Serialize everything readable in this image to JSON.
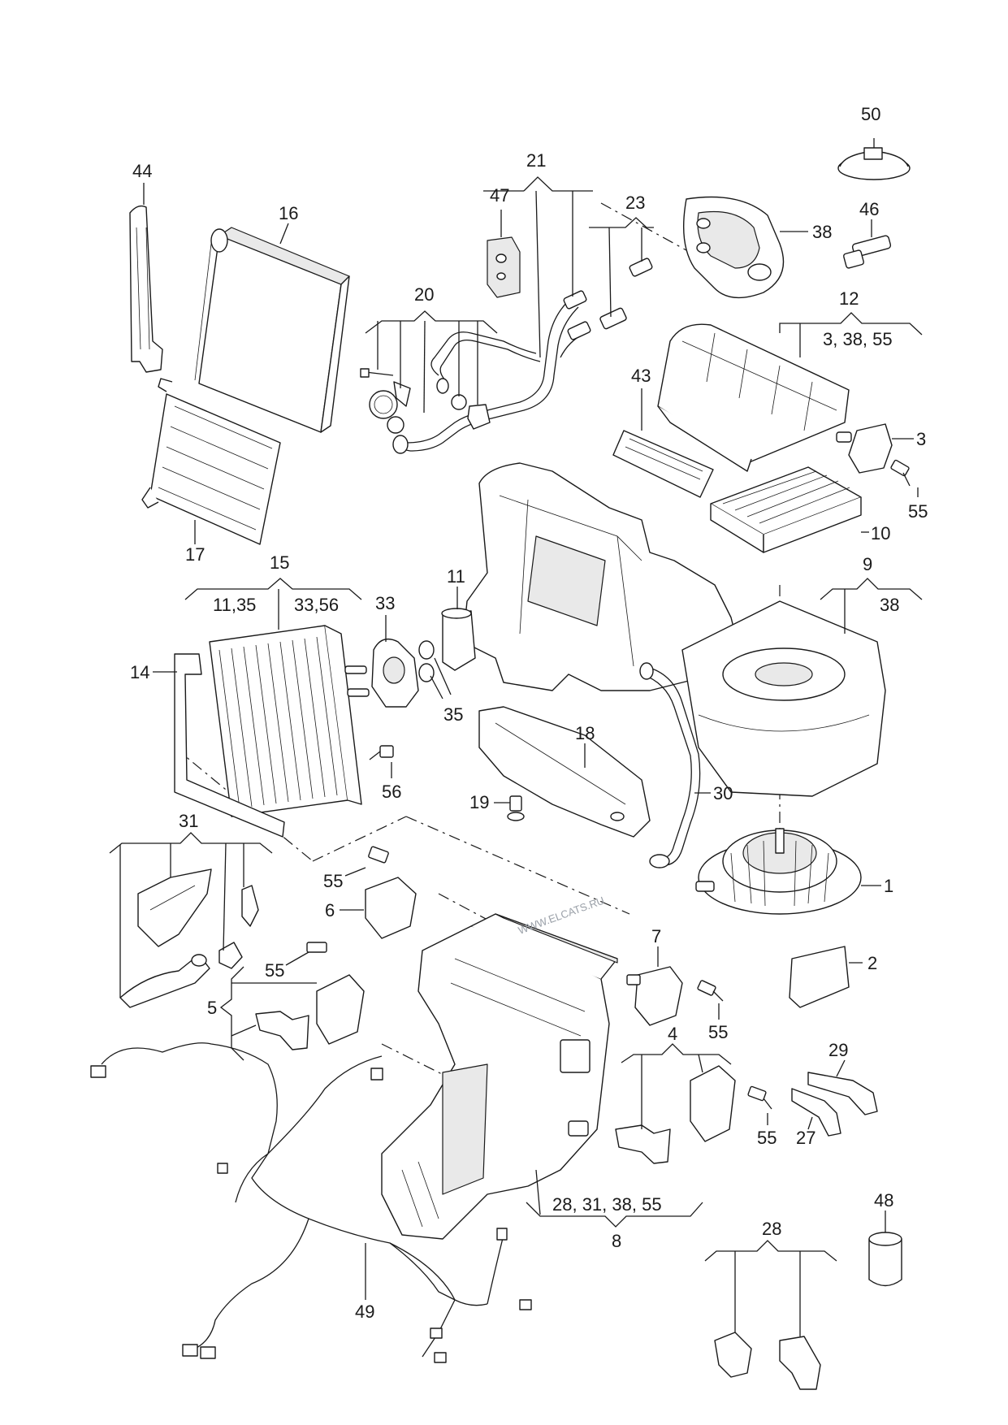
{
  "diagram": {
    "callouts": {
      "c50": "50",
      "c46": "46",
      "c38_top": "38",
      "c21": "21",
      "c23": "23",
      "c47": "47",
      "c44": "44",
      "c16": "16",
      "c20": "20",
      "c12": "12",
      "c12_sub": "3, 38, 55",
      "c43": "43",
      "c3": "3",
      "c55_a": "55",
      "c10": "10",
      "c17": "17",
      "c15": "15",
      "c15_left": "11,35",
      "c15_right": "33,56",
      "c33": "33",
      "c11": "11",
      "c9": "9",
      "c9_sub": "38",
      "c14": "14",
      "c35": "35",
      "c56": "56",
      "c18": "18",
      "c19": "19",
      "c30": "30",
      "c31": "31",
      "c55_b": "55",
      "c6": "6",
      "c1": "1",
      "c55_c": "55",
      "c5": "5",
      "c7": "7",
      "c2": "2",
      "c55_d": "55",
      "c4": "4",
      "c29": "29",
      "c55_e": "55",
      "c27": "27",
      "c48": "48",
      "c8_sub": "28, 31, 38, 55",
      "c8": "8",
      "c28": "28",
      "c49": "49"
    },
    "watermark": "WWW.ELCATS.RU"
  }
}
